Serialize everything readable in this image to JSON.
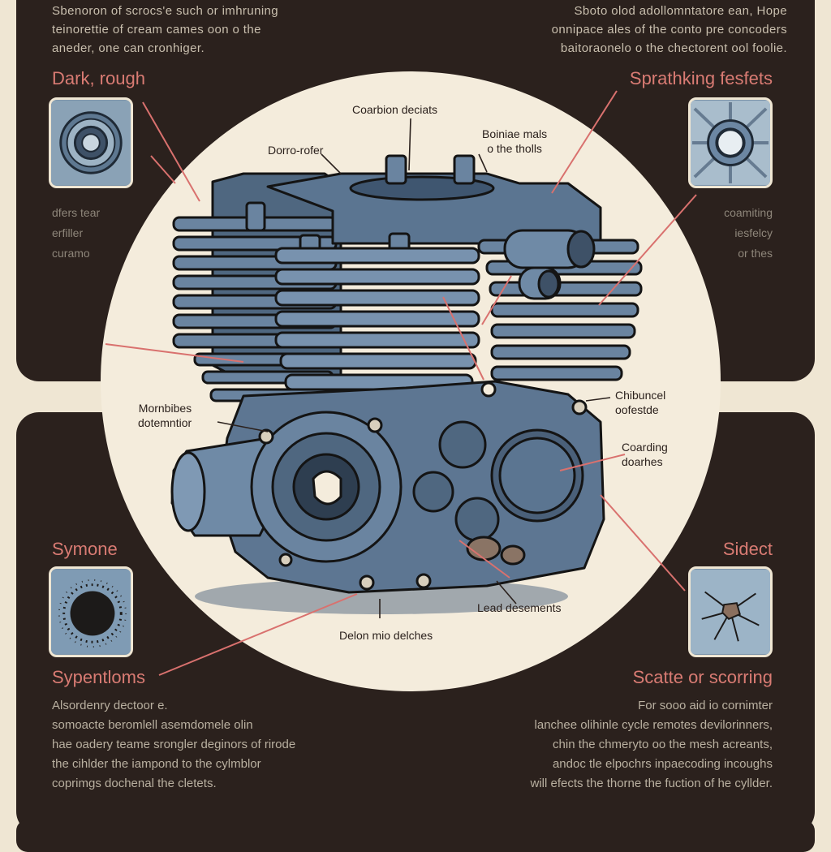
{
  "intro": {
    "left": [
      "Sbenoron of scrocs'e such or imhruning",
      "teinorettie of cream cames oon o the",
      "aneder, one can cronhiger."
    ],
    "right": [
      "Sboto olod adollomntatore ean, Hope",
      "onnipace ales of the conto pre concoders",
      "baitoraonelo o the chectorent ool foolie."
    ]
  },
  "headings": {
    "top_left": "Dark, rough",
    "top_right": "Sprathking fesfets",
    "mid_left": "Symone",
    "mid_right": "Sidect",
    "bottom_left": "Sypentloms",
    "bottom_right": "Scatte or scorring"
  },
  "notes": {
    "left": [
      "dfers tear",
      "erfiller",
      "curamo"
    ],
    "right": [
      "coamiting",
      "iesfelcy",
      "or thes"
    ]
  },
  "callouts": {
    "carbon_deposits": "Coarbion deciats",
    "damp_rofer": "Dorro-rofer",
    "bainiae_mals": [
      "Boiniae mals",
      "o the tholls"
    ],
    "chipuncal": [
      "Chibuncel",
      "oofestde"
    ],
    "coarding": [
      "Coarding",
      "doarhes"
    ],
    "mornbibes": [
      "Mornbibes",
      "dotemntior"
    ],
    "lead_deposits": "Lead desements",
    "deloon": "Delon mio delches"
  },
  "body": {
    "left": [
      "Alsordenry dectoor e.",
      "somoacte beromlell asemdomele olin",
      "hae oadery teame srongler deginors of rirode",
      "the cihlder the iampond to the cylmblor",
      "coprimgs dochenal the cletets."
    ],
    "right": [
      "For sooo aid io cornimter",
      "lanchee olihinle cycle remotes devilorinners,",
      "chin the chmeryto oo the mesh acreants,",
      "andoc tle elpochrs inpaecoding incoughs",
      "will efects the thorne the fuction of he cyllder."
    ]
  },
  "colors": {
    "panel": "#2b211d",
    "paper": "#efe6d3",
    "heading": "#d97b73",
    "engine": "#5d7692",
    "leader": "#d9716e"
  },
  "icons": {
    "top_left": "bearing-ring-icon",
    "top_right": "worn-valve-seat-icon",
    "mid_left": "pitting-spots-icon",
    "mid_right": "cracked-surface-icon"
  }
}
